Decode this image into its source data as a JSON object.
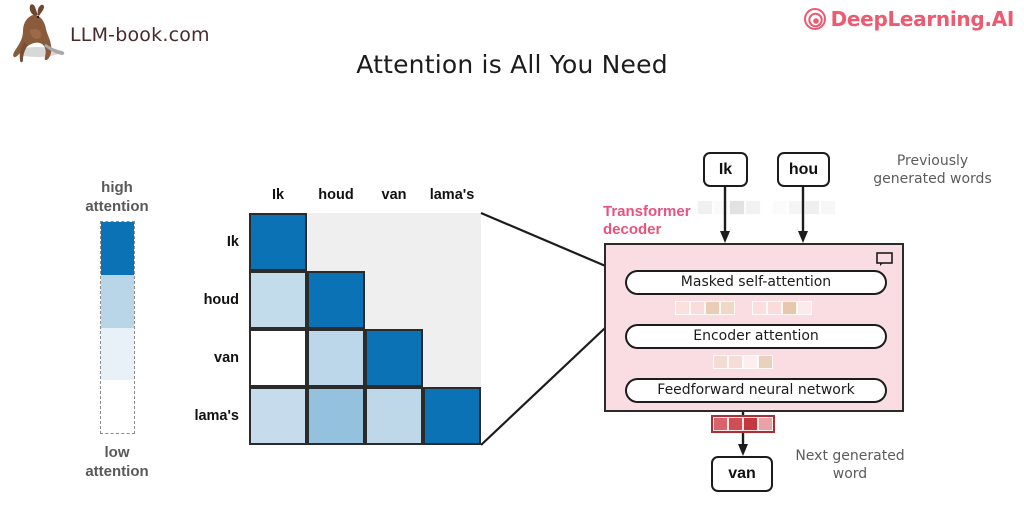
{
  "header": {
    "left_brand": "LLM-book.com",
    "left_brand_icon": "kangaroo-logo",
    "right_brand": "DeepLearning.AI",
    "right_brand_icon": "deeplearning-spiral-icon",
    "right_brand_color": "#ee5a70",
    "title": "Attention is All You Need"
  },
  "legend": {
    "high_label": "high\nattention",
    "high_label_line1": "high",
    "high_label_line2": "attention",
    "low_label_line1": "low",
    "low_label_line2": "attention",
    "segments": [
      "#0b72b5",
      "#b9d6e8",
      "#e8f1f8",
      "#ffffff"
    ]
  },
  "matrix": {
    "columns": [
      "Ik",
      "houd",
      "van",
      "lama's"
    ],
    "rows": [
      "Ik",
      "houd",
      "van",
      "lama's"
    ],
    "masked_fill": "#efefef",
    "cell_colors": [
      [
        "#0b72b5",
        null,
        null,
        null
      ],
      [
        "#c3dcec",
        "#0b72b5",
        null,
        null
      ],
      [
        "#ffffff",
        "#bcd7e9",
        "#0b72b5",
        null
      ],
      [
        "#c6dcec",
        "#94c1de",
        "#bed8ea",
        "#0b72b5"
      ]
    ]
  },
  "decoder": {
    "label_line1": "Transformer",
    "label_line2": "decoder",
    "label_color": "#e9527c",
    "background": "#fadce3",
    "bubble_icon": "speech-bubble-icon",
    "blocks": [
      "Masked self-attention",
      "Encoder attention",
      "Feedforward neural network"
    ],
    "input_words": [
      "Ik",
      "hou"
    ],
    "output_word": "van",
    "note_prev_line1": "Previously",
    "note_prev_line2": "generated words",
    "note_next_line1": "Next generated",
    "note_next_line2": "word",
    "input_strips": [
      [
        "#f0f0f0",
        "#fafafa",
        "#e2e2e2",
        "#f2f2f2"
      ],
      [
        "#fbfbfb",
        "#f5f5f5",
        "#efefef",
        "#f7f7f7"
      ]
    ],
    "mid_strips": [
      [
        "#fbe0dd",
        "#fbdcdc",
        "#e9cdb4",
        "#efd8c4"
      ],
      [
        "#fcdede",
        "#fadcdc",
        "#e6c9ad",
        "#fdeaea"
      ]
    ],
    "encoder_strip": [
      "#f3ddd2",
      "#f6ded6",
      "#fdeeef",
      "#e8d2be"
    ],
    "output_strip": [
      "#d9636a",
      "#cf4f55",
      "#c63840",
      "#eaa0a4"
    ],
    "output_strip_border": "#b02d36"
  }
}
